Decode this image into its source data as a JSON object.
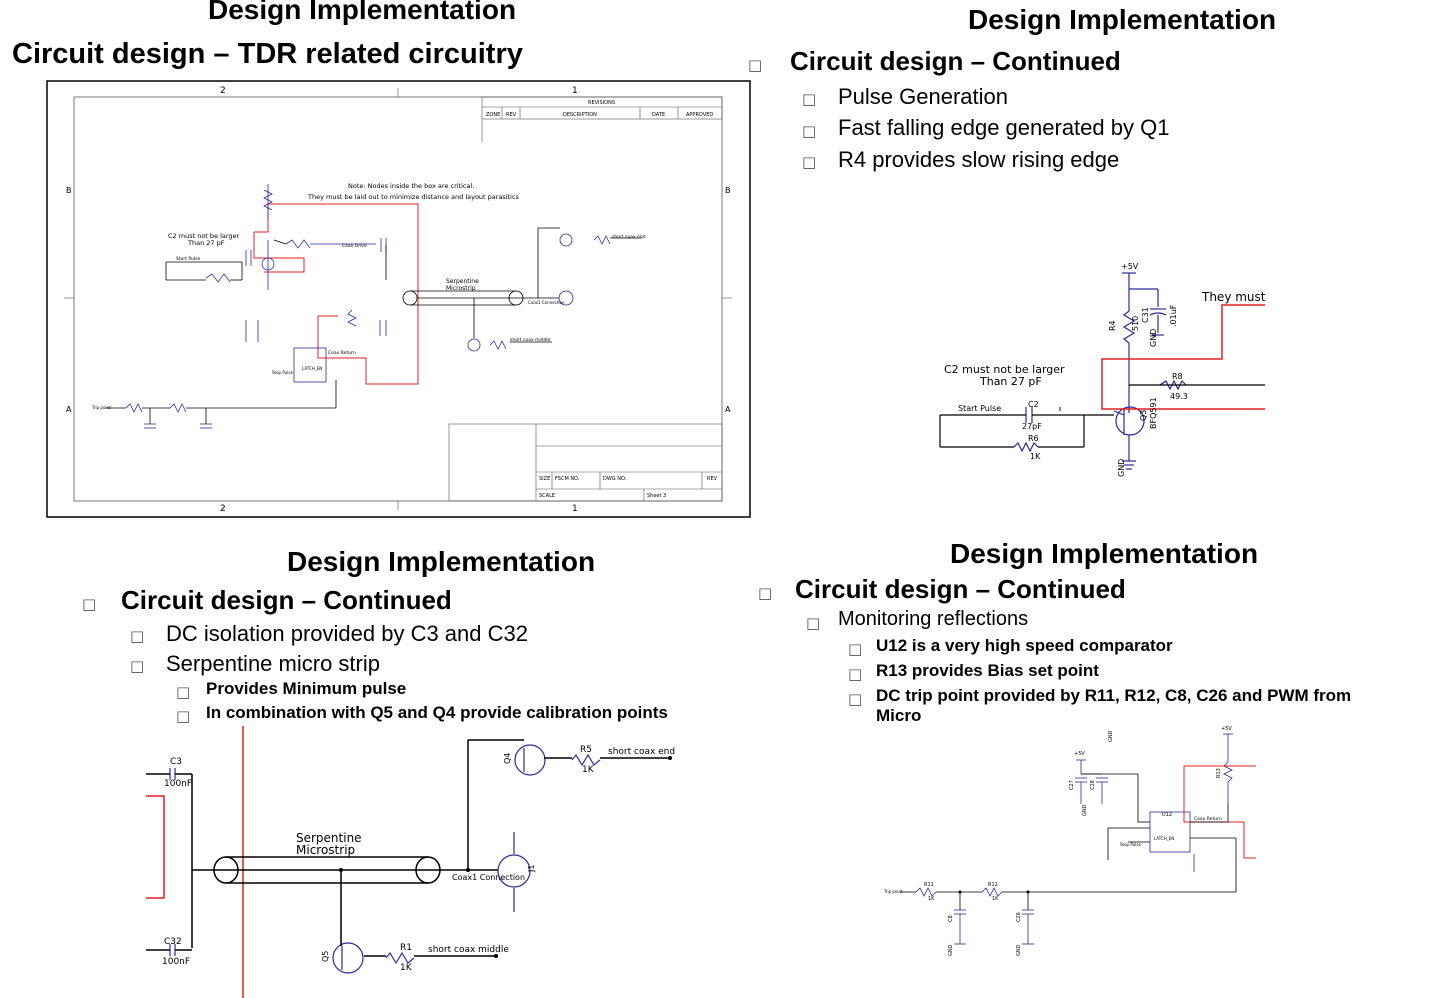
{
  "q1": {
    "title": "Design Implementation",
    "subtitle": "Circuit design – TDR related circuitry",
    "schematic": {
      "revisions": "REVISIONS",
      "zone": "ZONE",
      "rev": "REV",
      "description": "DESCRIPTION",
      "date": "DATE",
      "approved": "APPROVED",
      "note1": "Note: Nodes inside the box are critical.",
      "note2": "They must be laid out to minimize distance and layout parasitics",
      "c2note1": "C2 must not be larger",
      "c2note2": "Than 27 pF",
      "start_pulse": "Start Pulse",
      "coax_drive": "Coax Drive",
      "serp1": "Serpentine",
      "serp2": "Microstrip",
      "coax_conn": "Coax1 Connection",
      "short_end": "short coax end",
      "short_middle": "short coax middle",
      "coax_return": "Coax Return",
      "latch": "LATCH_EN",
      "stop_pulse": "Stop Pulse",
      "trip_point": "Trip point",
      "size": "SIZE",
      "fscm": "FSCM NO.",
      "dwg": "DWG NO.",
      "rev2": "REV",
      "scale": "SCALE",
      "sheet": "Sheet 3",
      "col2": "2",
      "col1": "1",
      "rowB": "B",
      "rowA": "A"
    }
  },
  "q2": {
    "title": "Design Implementation",
    "heading": "Circuit design – Continued",
    "items": [
      "Pulse Generation",
      "Fast falling edge generated by Q1",
      "R4 provides slow rising edge"
    ],
    "schematic": {
      "vcc": "+5V",
      "r4": "R4",
      "r4v": "510",
      "c31": "C31",
      "c31v": ".01uF",
      "gnd": "GND",
      "they_must": "They must",
      "c2note1": "C2 must not be larger",
      "c2note2": "Than 27 pF",
      "r8": "R8",
      "r8v": "49.3",
      "start_pulse": "Start Pulse",
      "c2": "C2",
      "c2v": "27pF",
      "q3": "Q3",
      "q3v": "BFQ591",
      "r6": "R6",
      "r6v": "1K"
    }
  },
  "q3": {
    "title": "Design Implementation",
    "heading": "Circuit design – Continued",
    "items": [
      "DC isolation provided by C3 and C32",
      "Serpentine micro strip"
    ],
    "subitems": [
      "Provides Minimum pulse",
      "In combination with Q5 and Q4 provide calibration points"
    ],
    "schematic": {
      "c3": "C3",
      "c3v": "100nF",
      "c32": "C32",
      "c32v": "100nF",
      "serp1": "Serpentine",
      "serp2": "Microstrip",
      "coax_conn": "Coax1 Connection",
      "j1": "J1",
      "q4": "Q4",
      "q5": "Q5",
      "r5": "R5",
      "r5v": "1K",
      "r1": "R1",
      "r1v": "1K",
      "short_end": "short coax end",
      "short_middle": "short coax middle"
    }
  },
  "q4": {
    "title": "Design Implementation",
    "heading": "Circuit design – Continued",
    "item": "Monitoring reflections",
    "subitems": [
      "U12 is a very high speed comparator",
      "R13 provides Bias set point",
      "DC trip point provided by R11, R12, C8, C26 and PWM from"
    ],
    "subitem_cont": "Micro",
    "schematic": {
      "vcc": "+5V",
      "u12": "U12",
      "latch": "LATCH_EN",
      "coax_return": "Coax Return",
      "stop_pulse": "Stop Pulse",
      "trip_point": "Trip point",
      "r11": "R11",
      "r12": "R12",
      "r13": "R13",
      "c8": "C8",
      "c26": "C26",
      "c27": "C27",
      "c28": "C28",
      "k": "1K",
      "gnd": "GND"
    }
  },
  "bullet_glyph": "□"
}
